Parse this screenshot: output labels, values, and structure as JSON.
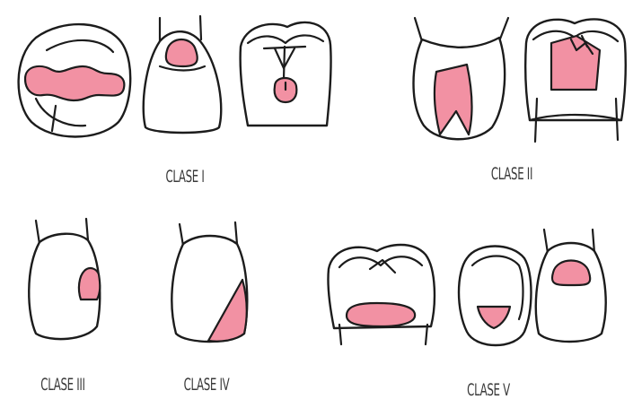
{
  "cavity_color": "#f291a3",
  "classes": [
    {
      "id": "clase-1",
      "label": "CLASE I"
    },
    {
      "id": "clase-2",
      "label": "CLASE II"
    },
    {
      "id": "clase-3",
      "label": "CLASE III"
    },
    {
      "id": "clase-4",
      "label": "CLASE IV"
    },
    {
      "id": "clase-5",
      "label": "CLASE V"
    }
  ]
}
